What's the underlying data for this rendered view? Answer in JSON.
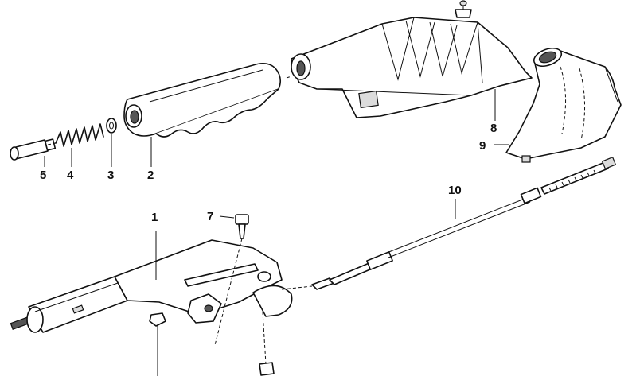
{
  "callouts": [
    "1",
    "2",
    "3",
    "4",
    "5",
    "7",
    "8",
    "9",
    "10"
  ]
}
